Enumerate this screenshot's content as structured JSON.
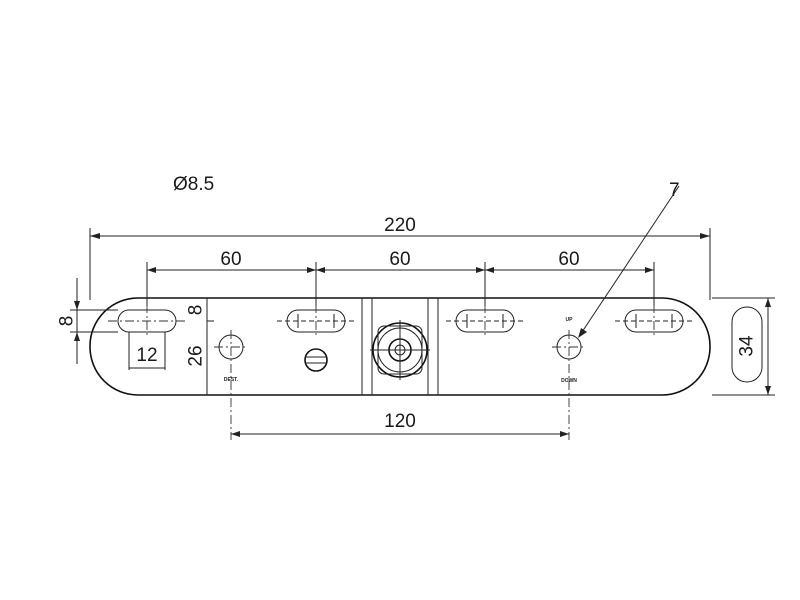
{
  "diagram": {
    "hole_diameter": "Ø8.5",
    "overall_length": "220",
    "slot_pitch_1": "60",
    "slot_pitch_2": "60",
    "slot_pitch_3": "60",
    "slot_width_left": "8",
    "slot_width_right": "8",
    "slot_length": "12",
    "hole_offset": "26",
    "hole_spacing": "120",
    "end_view_height": "34",
    "callout_number": "7",
    "mark_left": "DEST.",
    "mark_right_top": "UP",
    "mark_right_bottom": "DOWN"
  }
}
